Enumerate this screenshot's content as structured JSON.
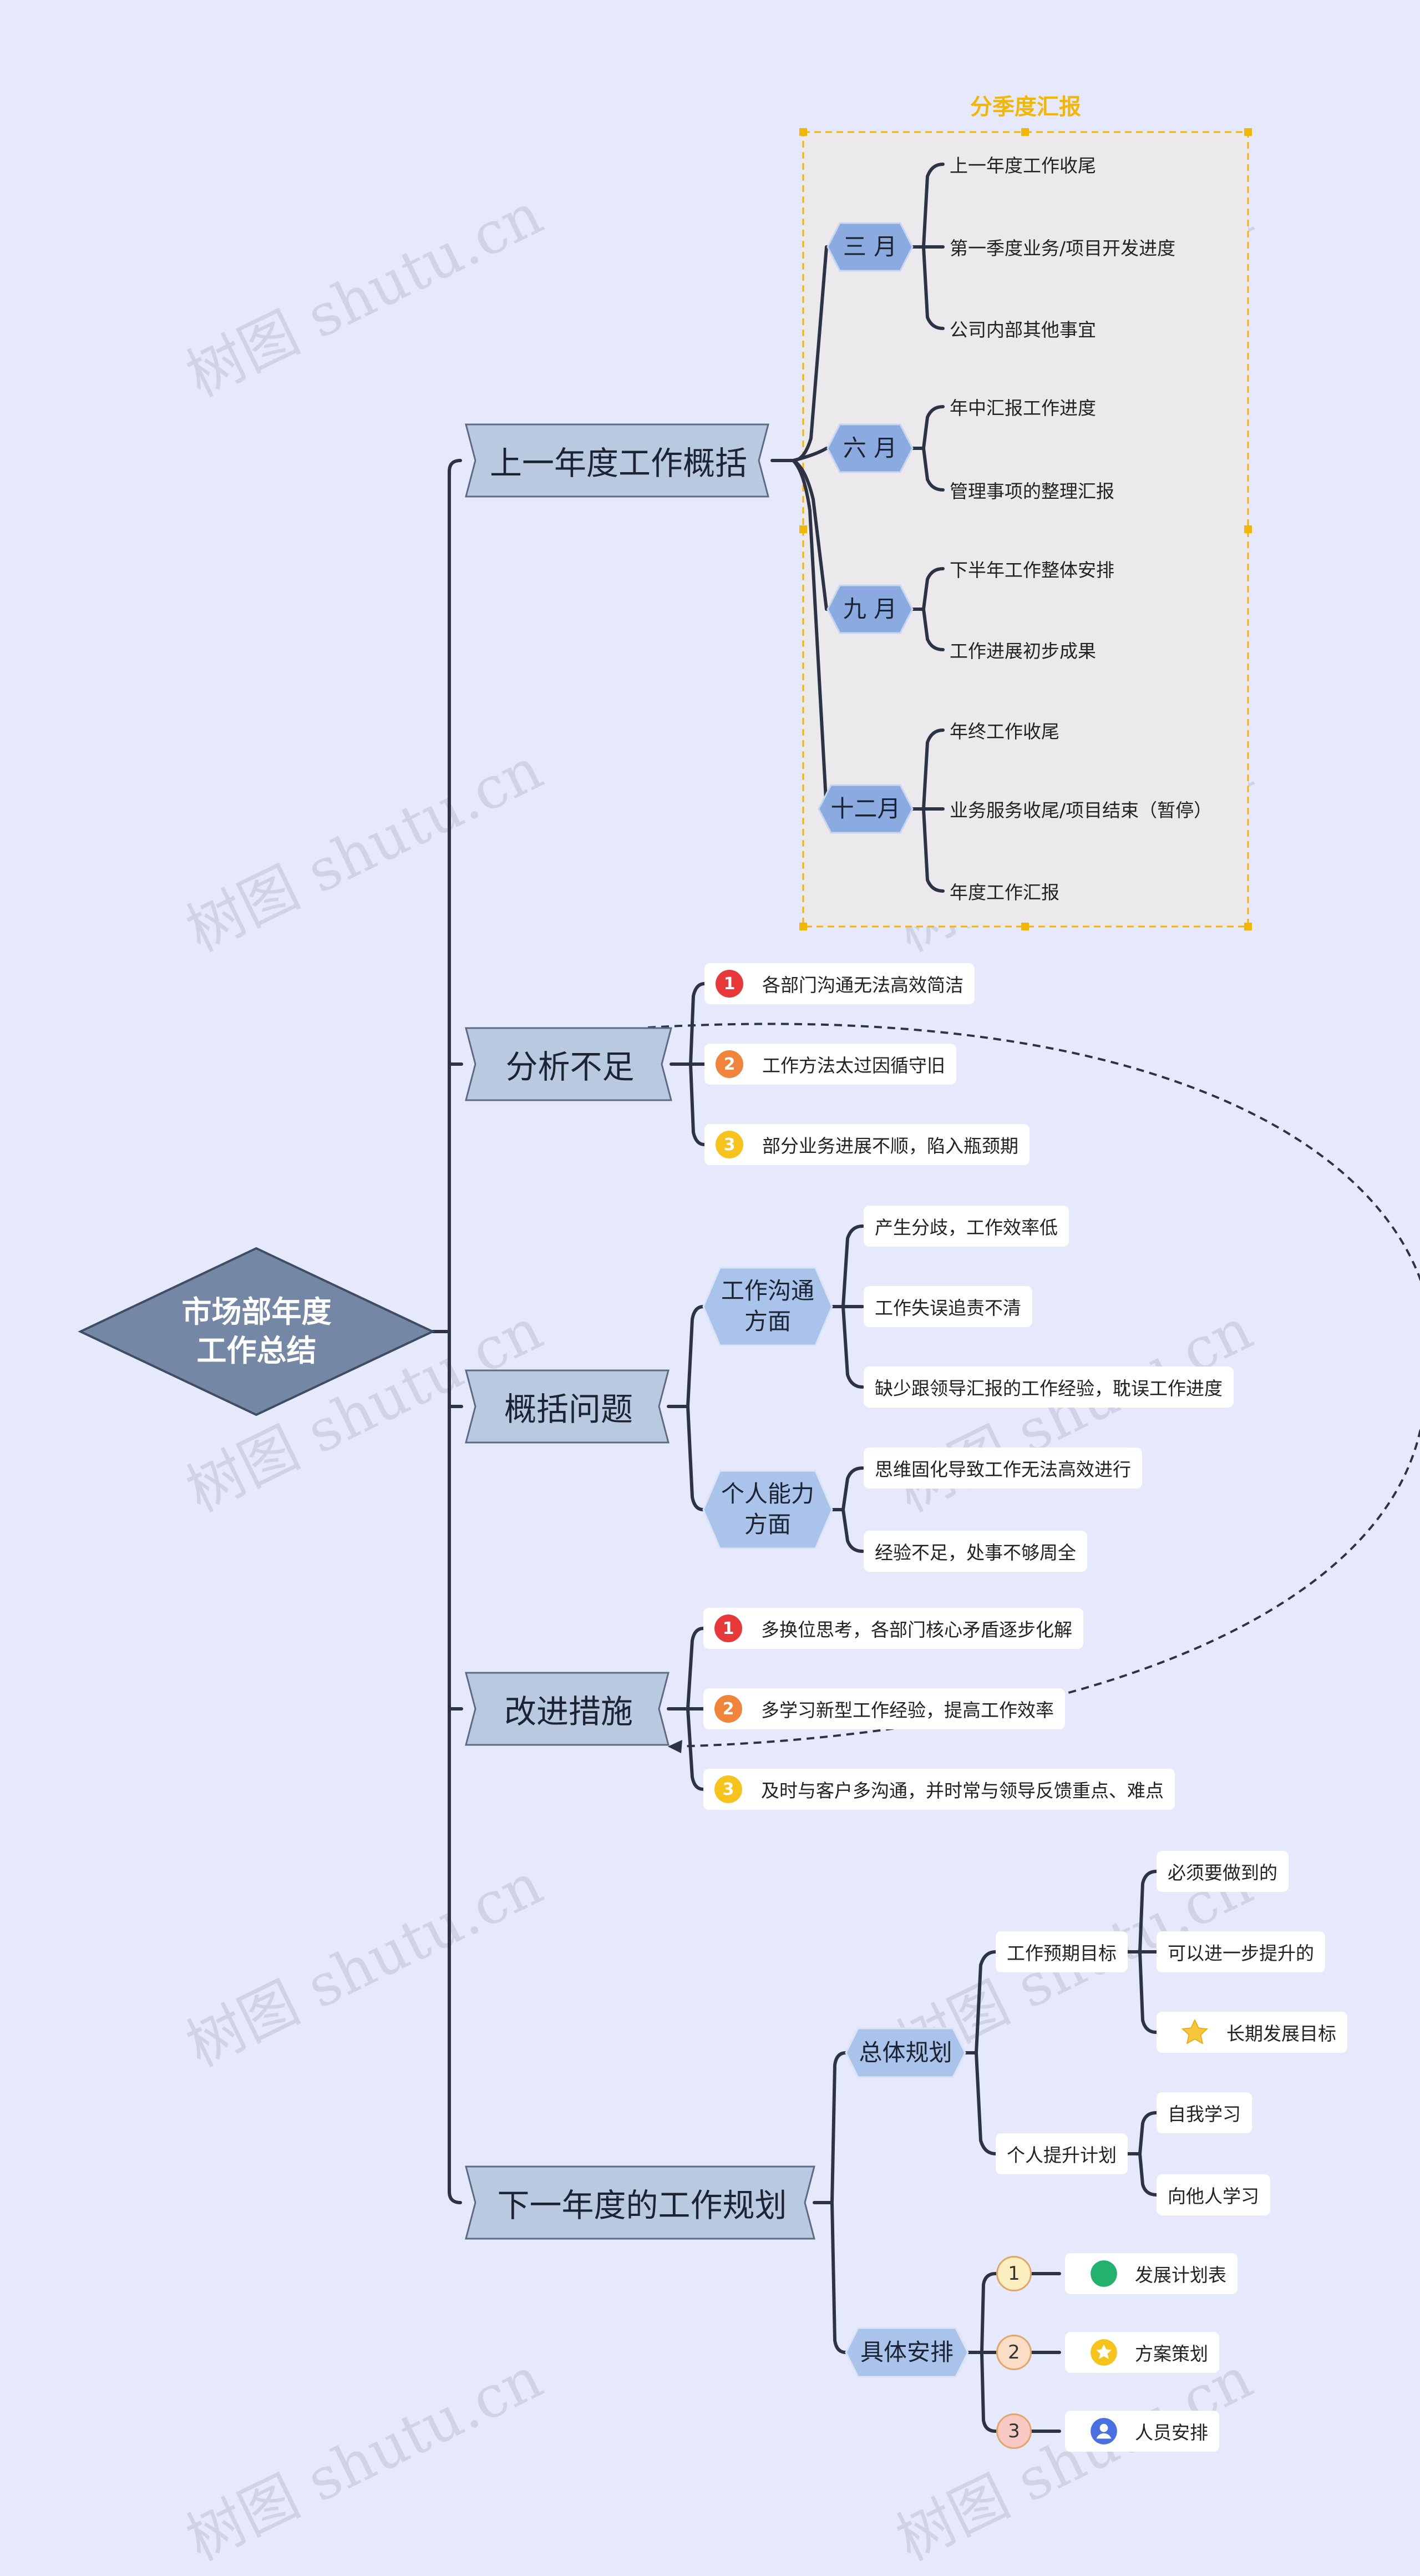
{
  "root": {
    "line1": "市场部年度",
    "line2": "工作总结"
  },
  "watermark": "树图 shutu.cn",
  "colors": {
    "background": "#e6e9fb",
    "root_fill": "#7487a4",
    "banner_fill": "#b9c9e0",
    "sub_fill": "#a9c3ea",
    "month_fill": "#8aaae0",
    "quarter_box_fill": "#ece9ec",
    "quarter_box_border": "#f2b705",
    "line": "#2c3345"
  },
  "branches": {
    "summary": {
      "label": "上一年度工作概括",
      "boundary_label": "分季度汇报",
      "months": [
        {
          "label": "三 月",
          "items": [
            "上一年度工作收尾",
            "第一季度业务/项目开发进度",
            "公司内部其他事宜"
          ]
        },
        {
          "label": "六 月",
          "items": [
            "年中汇报工作进度",
            "管理事项的整理汇报"
          ]
        },
        {
          "label": "九 月",
          "items": [
            "下半年工作整体安排",
            "工作进展初步成果"
          ]
        },
        {
          "label": "十二月",
          "items": [
            "年终工作收尾",
            "业务服务收尾/项目结束（暂停）",
            "年度工作汇报"
          ]
        }
      ]
    },
    "shortcomings": {
      "label": "分析不足",
      "items": [
        {
          "num": "1",
          "text": "各部门沟通无法高效简洁"
        },
        {
          "num": "2",
          "text": "工作方法太过因循守旧"
        },
        {
          "num": "3",
          "text": "部分业务进展不顺，陷入瓶颈期"
        }
      ]
    },
    "problems": {
      "label": "概括问题",
      "groups": [
        {
          "line1": "工作沟通",
          "line2": "方面",
          "items": [
            "产生分歧，工作效率低",
            "工作失误追责不清",
            "缺少跟领导汇报的工作经验，耽误工作进度"
          ]
        },
        {
          "line1": "个人能力",
          "line2": "方面",
          "items": [
            "思维固化导致工作无法高效进行",
            "经验不足，处事不够周全"
          ]
        }
      ]
    },
    "improvements": {
      "label": "改进措施",
      "items": [
        {
          "num": "1",
          "text": "多换位思考，各部门核心矛盾逐步化解"
        },
        {
          "num": "2",
          "text": "多学习新型工作经验，提高工作效率"
        },
        {
          "num": "3",
          "text": "及时与客户多沟通，并时常与领导反馈重点、难点"
        }
      ]
    },
    "plan": {
      "label": "下一年度的工作规划",
      "overall": {
        "label": "总体规划",
        "expected": {
          "label": "工作预期目标",
          "items": [
            "必须要做到的",
            "可以进一步提升的",
            "长期发展目标"
          ]
        },
        "personal": {
          "label": "个人提升计划",
          "items": [
            "自我学习",
            "向他人学习"
          ]
        }
      },
      "specific": {
        "label": "具体安排",
        "items": [
          {
            "num": "1",
            "text": "发展计划表",
            "icon": "green-dot-icon"
          },
          {
            "num": "2",
            "text": "方案策划",
            "icon": "star-badge-icon"
          },
          {
            "num": "3",
            "text": "人员安排",
            "icon": "person-icon"
          }
        ]
      }
    }
  }
}
